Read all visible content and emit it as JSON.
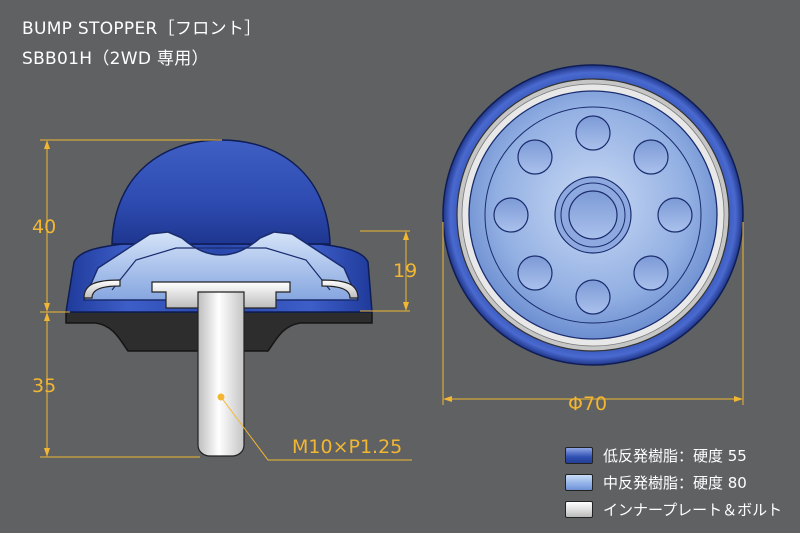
{
  "title": {
    "line1": "BUMP STOPPER［フロント］",
    "line2": "SBB01H（2WD 専用）"
  },
  "dimensions": {
    "total_height": "40",
    "part_height": "19",
    "stud_height": "35",
    "diameter": "Φ70",
    "thread": "M10×P1.25"
  },
  "legend": [
    {
      "label": "低反発樹脂：硬度 55",
      "color": "#2f4fb3"
    },
    {
      "label": "中反発樹脂：硬度 80",
      "color": "#8fb0e6"
    },
    {
      "label": "インナープレート＆ボルト",
      "color": "#e0e0e0"
    }
  ],
  "colors": {
    "background": "#5f6163",
    "dimension_line": "#f2b632",
    "low_resin": "#2f4fb3",
    "mid_resin": "#8fb0e6",
    "plate": "#e6e6e6",
    "base": "#2d2d2d"
  }
}
